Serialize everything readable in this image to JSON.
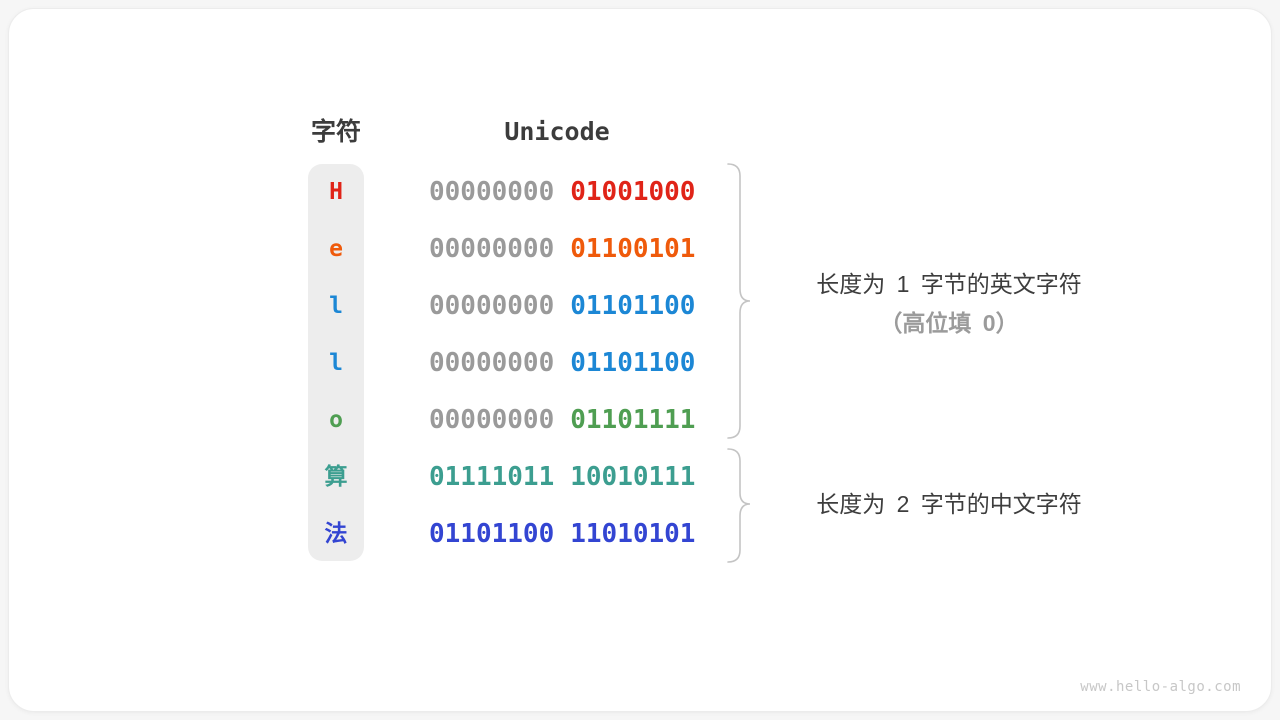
{
  "header": {
    "char_column": "字符",
    "unicode_column": "Unicode"
  },
  "rows": [
    {
      "char": "H",
      "char_color": "#e02418",
      "byte_high": "00000000",
      "byte_high_color": "#9a9a9a",
      "byte_low": "01001000",
      "byte_low_color": "#e02418"
    },
    {
      "char": "e",
      "char_color": "#ef5a0b",
      "byte_high": "00000000",
      "byte_high_color": "#9a9a9a",
      "byte_low": "01100101",
      "byte_low_color": "#ef5a0b"
    },
    {
      "char": "l",
      "char_color": "#1c87d5",
      "byte_high": "00000000",
      "byte_high_color": "#9a9a9a",
      "byte_low": "01101100",
      "byte_low_color": "#1c87d5"
    },
    {
      "char": "l",
      "char_color": "#1c87d5",
      "byte_high": "00000000",
      "byte_high_color": "#9a9a9a",
      "byte_low": "01101100",
      "byte_low_color": "#1c87d5"
    },
    {
      "char": "o",
      "char_color": "#4f9e52",
      "byte_high": "00000000",
      "byte_high_color": "#9a9a9a",
      "byte_low": "01101111",
      "byte_low_color": "#4f9e52"
    },
    {
      "char": "算",
      "char_color": "#3c9e90",
      "byte_high": "01111011",
      "byte_high_color": "#3c9e90",
      "byte_low": "10010111",
      "byte_low_color": "#3c9e90"
    },
    {
      "char": "法",
      "char_color": "#3345d2",
      "byte_high": "01101100",
      "byte_high_color": "#3345d2",
      "byte_low": "11010101",
      "byte_low_color": "#3345d2"
    }
  ],
  "annotations": {
    "english_group": {
      "line1": "长度为 1 字节的英文字符",
      "line2": "（高位填 0）"
    },
    "chinese_group": {
      "line1": "长度为 2 字节的中文字符"
    }
  },
  "brace_color": "#c4c4c4",
  "watermark": "www.hello-algo.com"
}
